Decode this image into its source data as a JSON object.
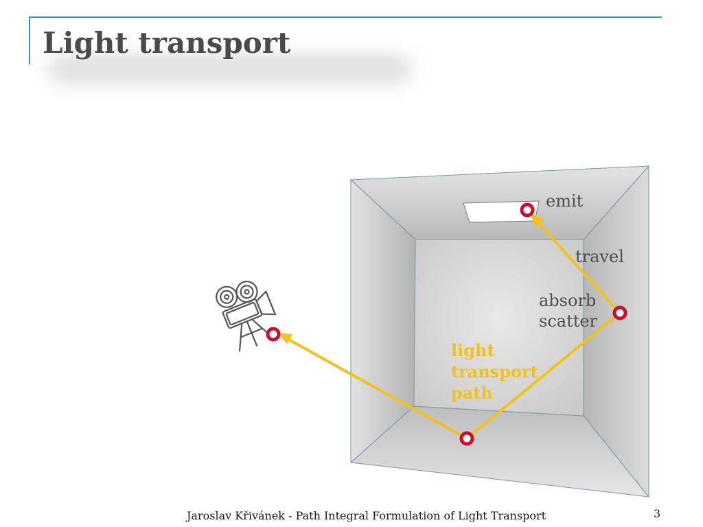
{
  "slide": {
    "title": "Light transport",
    "footer": "Jaroslav Křivánek - Path Integral Formulation of Light Transport",
    "page_number": "3"
  },
  "diagram": {
    "labels": {
      "emit": "emit",
      "travel": "travel",
      "absorb": "absorb",
      "scatter": "scatter",
      "path_line1": "light",
      "path_line2": "transport",
      "path_line3": "path"
    },
    "colors": {
      "accent_rule": "#2a9bb8",
      "path": "#f2c21b",
      "vertex": "#c8102e",
      "title": "#4a4a4a",
      "label": "#4d4d4d"
    },
    "icons": {
      "camera": "movie-camera-icon"
    }
  }
}
